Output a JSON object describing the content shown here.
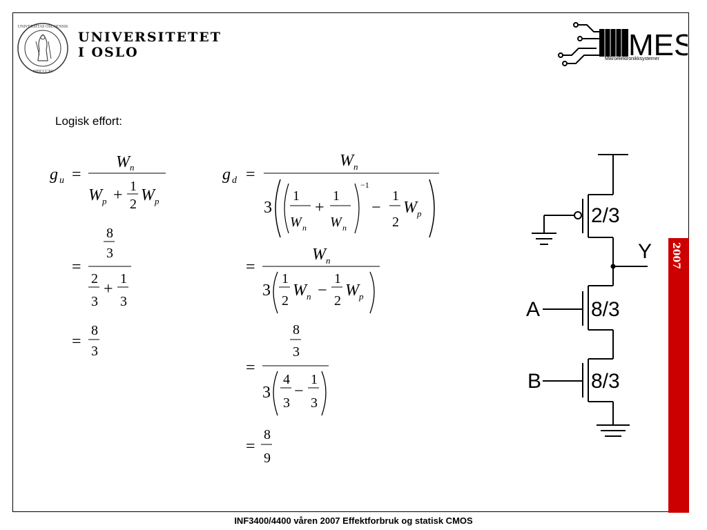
{
  "header": {
    "university_line1": "UNIVERSITETET",
    "university_line2": "I OSLO",
    "mes_abbrev": "MES",
    "mes_full": "Mikroelektronikksystemer"
  },
  "year_tab": "2007",
  "section_title": "Logisk effort:",
  "circuit": {
    "pmos_ratio": "2/3",
    "nmos_a_ratio": "8/3",
    "nmos_b_ratio": "8/3",
    "output_label": "Y",
    "input_a_label": "A",
    "input_b_label": "B"
  },
  "footer": "INF3400/4400 våren 2007 Effektforbruk og statisk CMOS"
}
